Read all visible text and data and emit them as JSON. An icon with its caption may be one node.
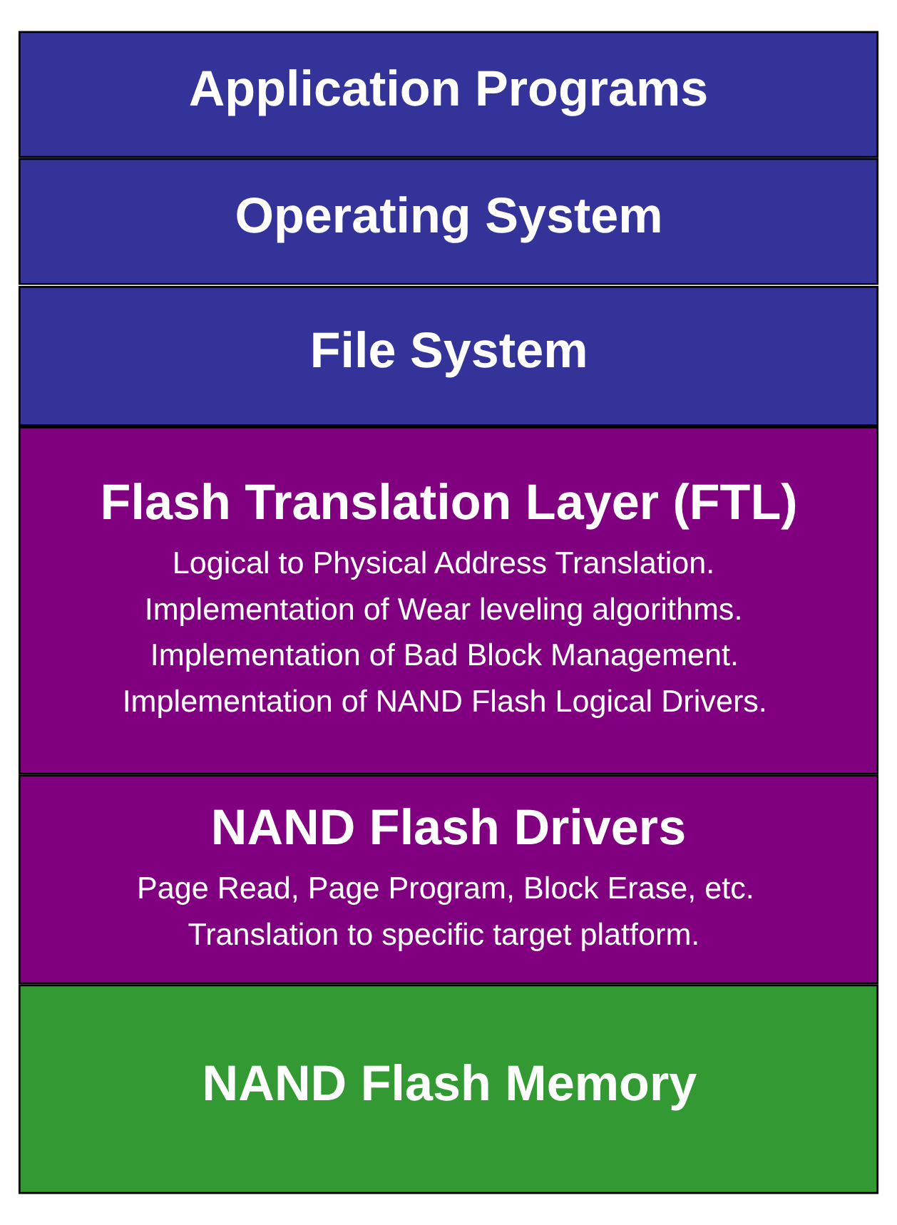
{
  "diagram": {
    "nodes": [
      {
        "text": [
          "Application Programs"
        ]
      },
      {
        "text": [
          "Operating System"
        ]
      },
      {
        "text": [
          "File System"
        ]
      },
      {
        "text": [
          "Flash Translation Layer (FTL)",
          "Logical to Physical Address Translation.",
          "Implementation of Wear leveling algorithms.",
          "Implementation of Bad Block Management.",
          "Implementation of NAND Flash Logical Drivers."
        ]
      },
      {
        "text": [
          "NAND Flash Drivers",
          "Page Read, Page Program, Block Erase, etc.",
          "Translation to specific target platform."
        ]
      },
      {
        "text": [
          "NAND Flash Memory"
        ]
      }
    ]
  }
}
